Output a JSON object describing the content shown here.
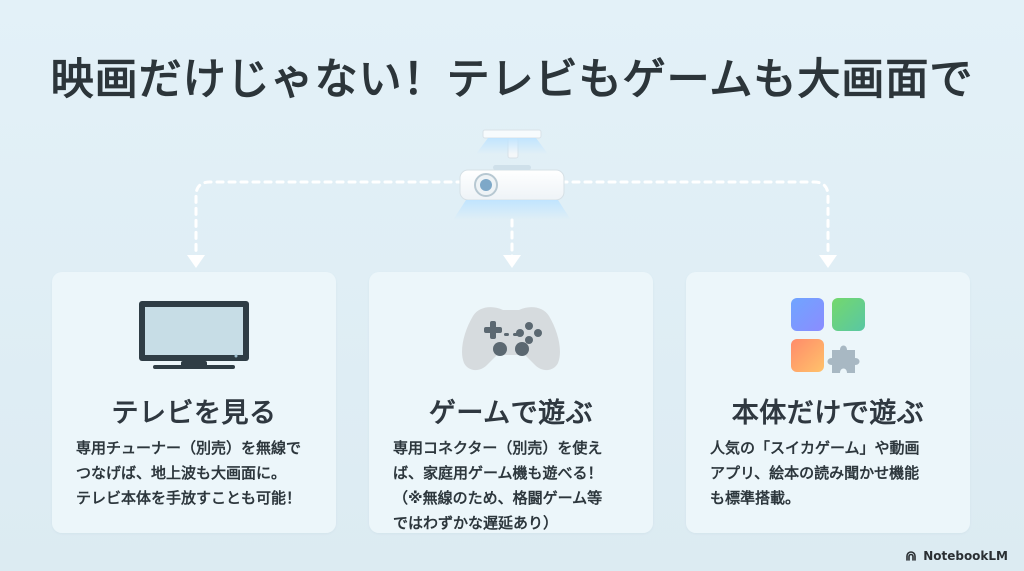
{
  "title": "映画だけじゃない！テレビもゲームも大画面で",
  "brand": {
    "label": "NotebookLM"
  },
  "cards": [
    {
      "title": "テレビを見る",
      "body_lines": [
        "専用チューナー（別売）を無線で",
        "つなげば、地上波も大画面に。",
        "テレビ本体を手放すことも可能！"
      ],
      "icon": "tv-icon"
    },
    {
      "title": "ゲームで遊ぶ",
      "body_lines": [
        "専用コネクター（別売）を使え",
        "ば、家庭用ゲーム機も遊べる！",
        "（※無線のため、格闘ゲーム等",
        "ではわずかな遅延あり）"
      ],
      "icon": "game-controller-icon"
    },
    {
      "title": "本体だけで遊ぶ",
      "body_lines": [
        "人気の「スイカゲーム」や動画",
        "アプリ、絵本の読み聞かせ機能",
        "も標準搭載。"
      ],
      "icon": "apps-icon"
    }
  ],
  "colors": {
    "background": "#dfeef5",
    "card": "#ecf6fa",
    "arrow": "#ffffff",
    "title": "#2c353a",
    "tv_frame": "#2f3d45",
    "tv_screen": "#c7dde6",
    "controller": "#d6dbde",
    "app_blue": "#7aa7ff",
    "app_green": "#7bdc71",
    "app_orange": "#f79a72",
    "app_puzzle": "#a8b8c3"
  }
}
